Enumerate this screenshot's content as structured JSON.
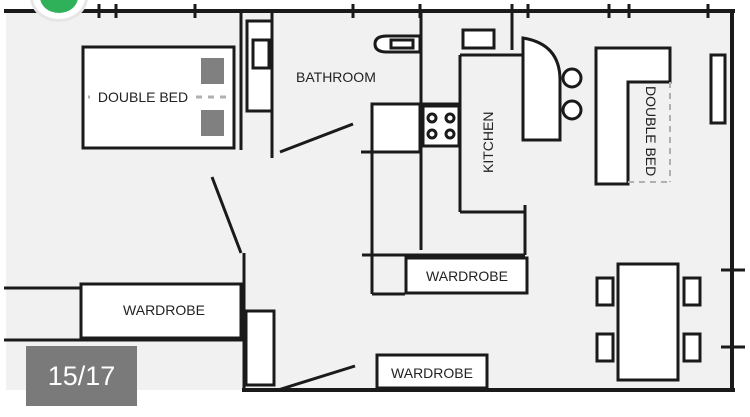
{
  "gallery": {
    "counter": "15/17",
    "badge_icon": "green-circle-icon"
  },
  "plan": {
    "labels": {
      "double_bed_left": "DOUBLE BED",
      "bathroom": "BATHROOM",
      "kitchen": "KITCHEN",
      "double_bed_right": "DOUBLE BED",
      "wardrobe_center": "WARDROBE",
      "wardrobe_left": "WARDROBE",
      "wardrobe_bottom": "WARDROBE"
    }
  },
  "colors": {
    "background": "#ffffff",
    "room_fill": "#f1f1f1",
    "wall": "#1a1a1a",
    "bed_pillow": "#808080",
    "counter_bg": "#7a7a7a",
    "badge_green": "#2fb15a"
  }
}
